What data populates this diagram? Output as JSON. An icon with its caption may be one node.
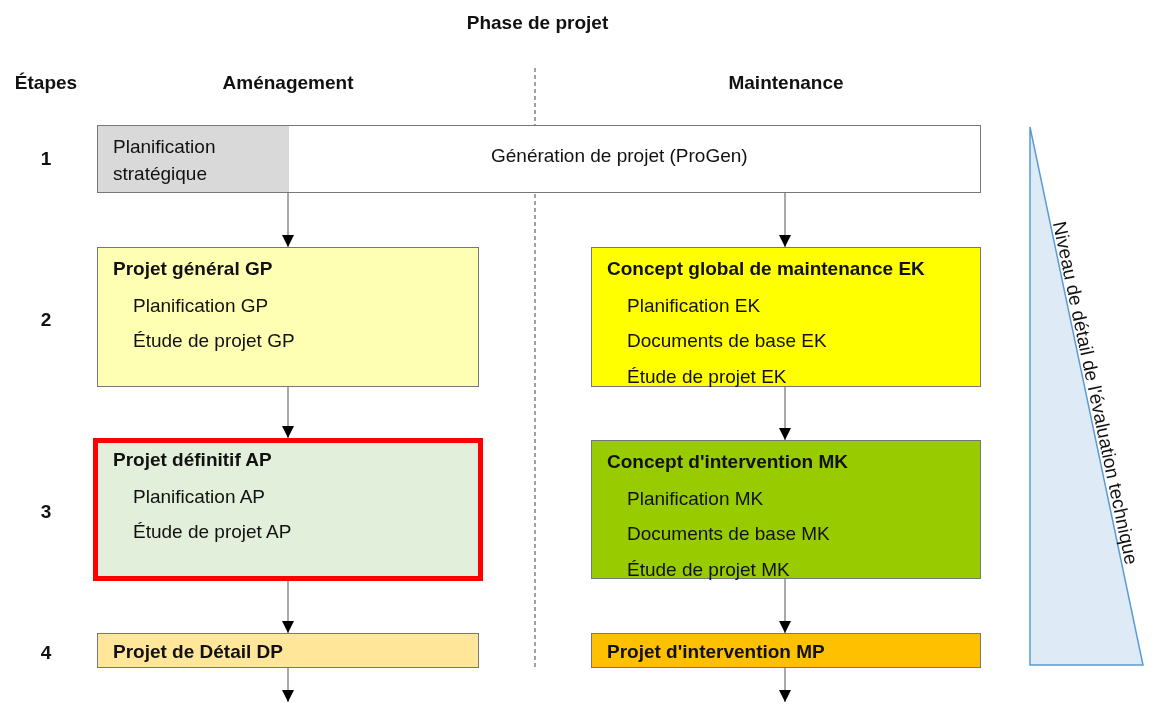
{
  "diagram": {
    "title": "Phase de projet",
    "nodes": [
      {
        "text": [
          "Génération de projet (ProGen)"
        ]
      },
      {
        "text": [
          "Planification stratégique"
        ],
        "in": 0
      },
      {
        "text": [
          "Projet général GP",
          "Planification GP",
          "Étude de projet GP"
        ]
      },
      {
        "text": [
          "Concept global de maintenance EK",
          "Planification EK",
          "Documents de base EK",
          "Étude de projet EK"
        ]
      },
      {
        "text": [
          "Projet définitif AP",
          "Planification AP",
          "Étude de projet AP"
        ]
      },
      {
        "text": [
          "Concept d'intervention MK",
          "Planification MK",
          "Documents de base MK",
          "Étude de projet MK"
        ]
      },
      {
        "text": [
          "Projet de Détail DP"
        ]
      },
      {
        "text": [
          "Projet d'intervention MP"
        ]
      },
      {
        "text": [
          "Niveau de détail de l'évaluation technique"
        ]
      }
    ],
    "edges": [
      {
        "from": 1,
        "to": 2,
        "arrow": "to"
      },
      {
        "from": 0,
        "to": 3,
        "arrow": "to"
      },
      {
        "from": 2,
        "to": 4,
        "arrow": "to"
      },
      {
        "from": 3,
        "to": 5,
        "arrow": "to"
      },
      {
        "from": 4,
        "to": 6,
        "arrow": "to"
      },
      {
        "from": 5,
        "to": 7,
        "arrow": "to"
      },
      {
        "from": 6,
        "to": null,
        "arrow": "to"
      },
      {
        "from": 7,
        "to": null,
        "arrow": "to"
      }
    ],
    "labels": [
      "Étapes",
      "Aménagement",
      "Maintenance",
      "1",
      "2",
      "3",
      "4"
    ]
  }
}
